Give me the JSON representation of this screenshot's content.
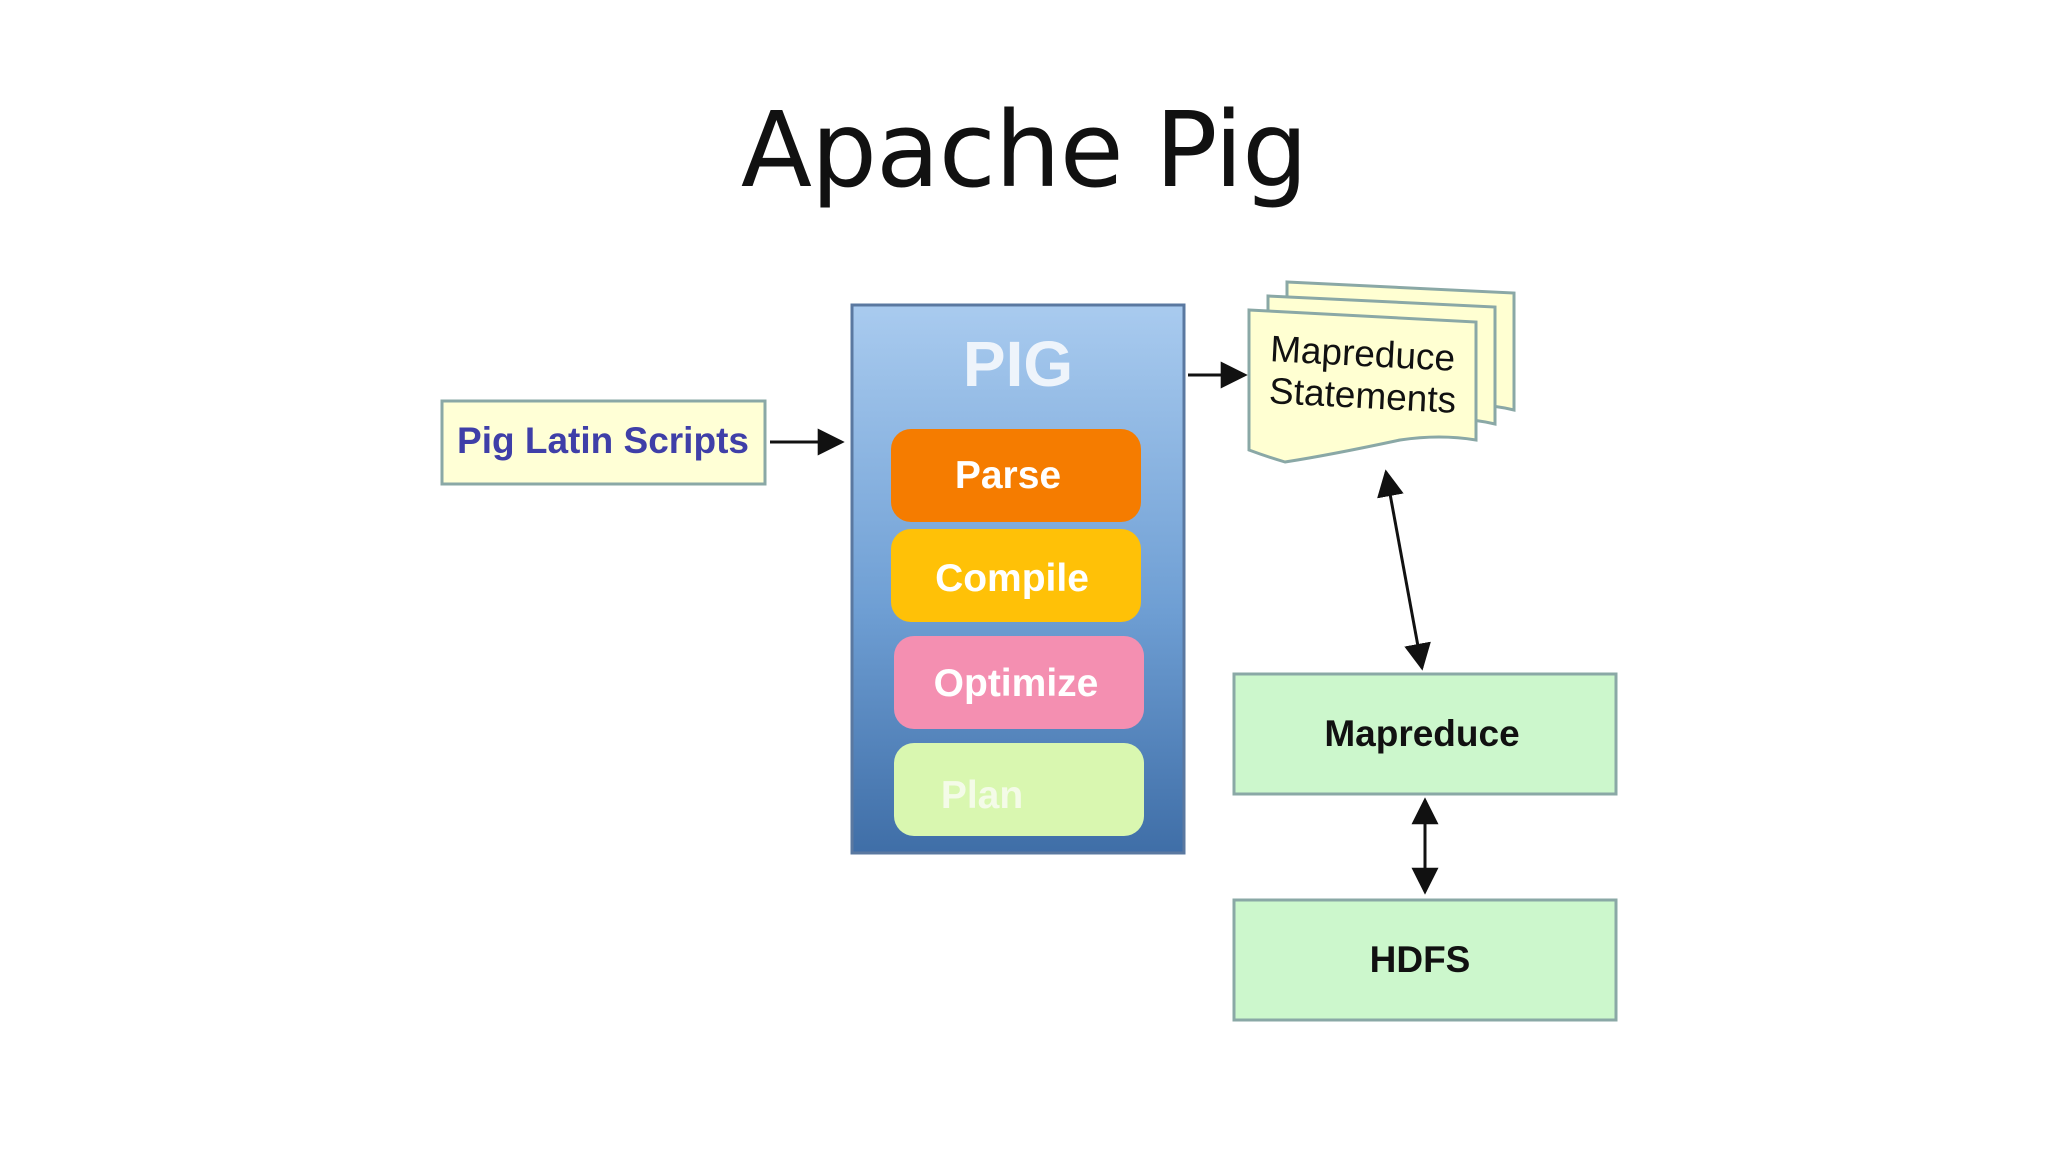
{
  "slide": {
    "title": "Apache Pig"
  },
  "diagram": {
    "input_label": "Pig Latin Scripts",
    "pig_label": "PIG",
    "stages": [
      {
        "label": "Parse",
        "color": "#f57c00"
      },
      {
        "label": "Compile",
        "color": "#ffc107"
      },
      {
        "label": "Optimize",
        "color": "#f48fb1"
      },
      {
        "label": "Plan",
        "color": "#d9f7b0"
      }
    ],
    "statements_label_line1": "Mapreduce",
    "statements_label_line2": "Statements",
    "mapreduce_label": "Mapreduce",
    "hdfs_label": "HDFS"
  },
  "colors": {
    "input_fill": "#ffffd6",
    "input_text": "#3f3fa8",
    "pig_top": "#a9cbef",
    "pig_bottom": "#3f6ea7",
    "statements_fill": "#ffffd2",
    "green_box_fill": "#ccf7cc",
    "green_box_stroke": "#8aa8a6"
  }
}
